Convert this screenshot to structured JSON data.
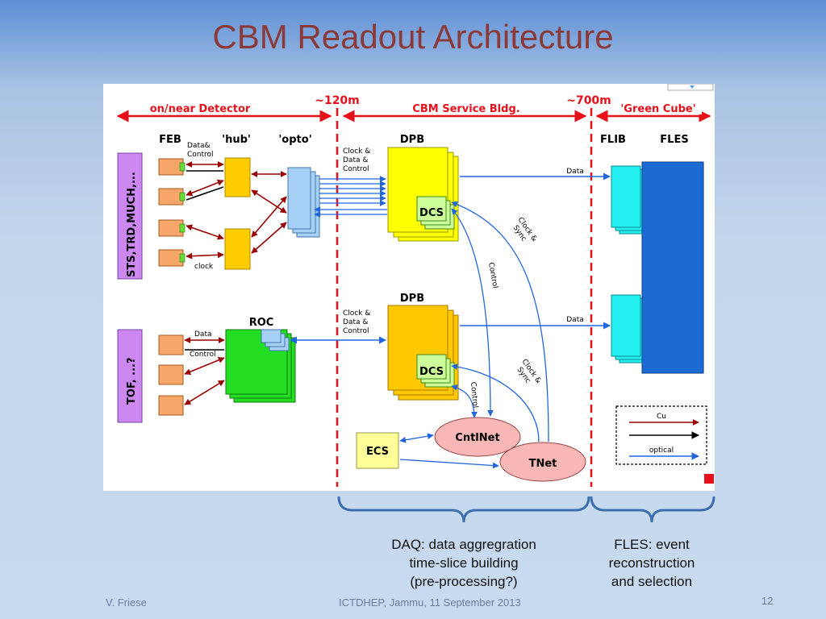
{
  "slide": {
    "title": "CBM Readout Architecture",
    "caption_daq": [
      "DAQ: data aggregration",
      "time-slice building",
      "(pre-processing?)"
    ],
    "caption_fles": [
      "FLES: event",
      "reconstruction",
      "and selection"
    ],
    "footer_author": "V. Friese",
    "footer_event": "ICTDHEP, Jammu, 11 September 2013",
    "page_number": "12"
  },
  "diagram": {
    "zones": {
      "detector": "on/near Detector",
      "service": "CBM Service Bldg.",
      "greencube": "'Green Cube'",
      "dist_120": "~120m",
      "dist_700": "~700m"
    },
    "labels": {
      "feb": "FEB",
      "hub": "'hub'",
      "opto": "'opto'",
      "dpb_top": "DPB",
      "dpb_bottom": "DPB",
      "flib": "FLIB",
      "fles": "FLES",
      "roc": "ROC",
      "dcs_top": "DCS",
      "dcs_bottom": "DCS",
      "ecs": "ECS",
      "cntlnet": "CntlNet",
      "tnet": "TNet",
      "detector_top": "STS,TRD,MUCH,...",
      "detector_bottom": "TOF, ...?",
      "data_control_top": [
        "Data&",
        "Control"
      ],
      "clock_feb": "clock",
      "clock_data_control_top": [
        "Clock &",
        "Data &",
        "Control"
      ],
      "clock_data_control_bottom": [
        "Clock &",
        "Data &",
        "Control"
      ],
      "data_top": "Data",
      "data_bottom": "Data",
      "roc_data": "Data",
      "roc_control": "Control",
      "clock_sync_top": [
        "Clock &",
        "Sync"
      ],
      "clock_sync_bottom": [
        "Clock &",
        "Sync"
      ],
      "control_top": "Control",
      "control_bottom": "Control"
    },
    "legend": {
      "cu": "Cu",
      "optical": "optical"
    },
    "colors": {
      "zone_red": "#e8101a",
      "feb_orange": "#f7a66b",
      "hub_yellow": "#ffcc00",
      "opto_blue": "#a7d0f7",
      "dpb_top": "#ffff00",
      "dpb_bottom": "#ffc800",
      "dcs_green": "#ccff99",
      "flib_cyan": "#22f0f0",
      "fles_blue": "#1c6bd4",
      "roc_green": "#22dd22",
      "detector_purple": "#cc88f0",
      "ecs_yellow": "#ffff99",
      "net_pink": "#f7b7b7",
      "cu_arrow": "#990000",
      "optical_arrow": "#2266dd"
    }
  }
}
